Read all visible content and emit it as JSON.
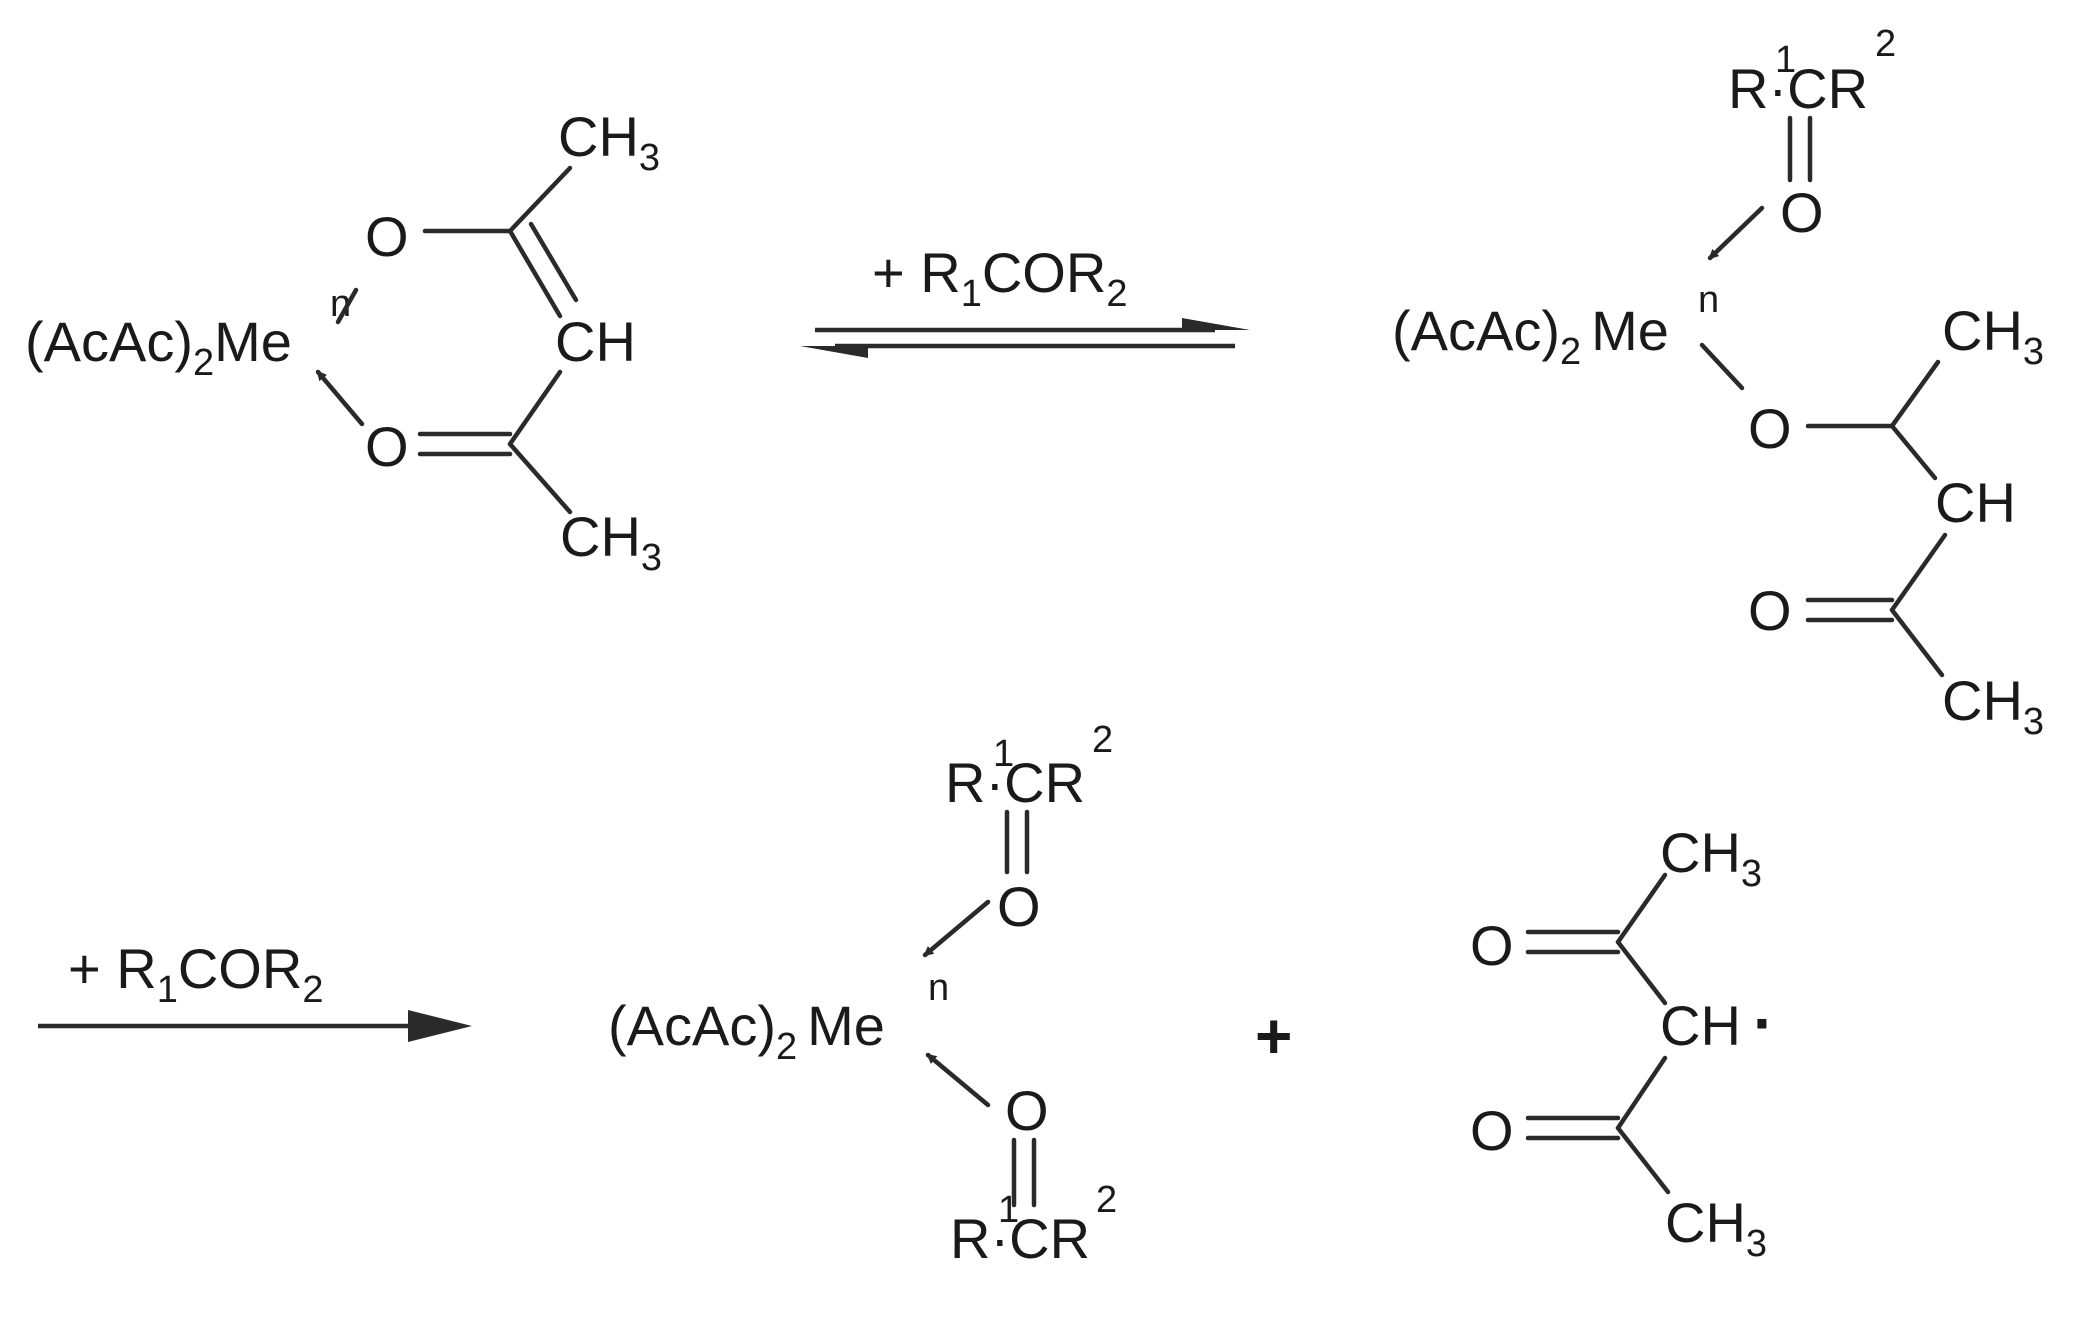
{
  "scheme": {
    "reactant": {
      "acac2": "(AcAc)",
      "sub2": "2",
      "me": "Me",
      "n": "n",
      "o_top": "O",
      "o_bottom": "O",
      "ch": "CH",
      "ch3": "CH",
      "ch3_sub": "3"
    },
    "reagent": {
      "plus": "+ ",
      "r": "R",
      "one": "1",
      "cor": "COR",
      "two": "2"
    },
    "intermediate": {
      "acac2": "(AcAc)",
      "sub2": "2",
      "me": "Me",
      "n": "n",
      "ketone_r": "R",
      "ketone_dot": "·",
      "ketone_c": "C",
      "ketone_rr": "R",
      "ketone_sup1": "1",
      "ketone_sup2": "2",
      "ketone_o": "O",
      "o_bridge": "O",
      "ch": "CH",
      "o_carbonyl": "O",
      "ch3": "CH",
      "ch3_sub": "3"
    },
    "product": {
      "acac2": "(AcAc)",
      "sub2": "2",
      "me": "Me",
      "n": "n",
      "ketone_r": "R",
      "ketone_dot": "·",
      "ketone_c": "C",
      "ketone_rr": "R",
      "ketone_sup1": "1",
      "ketone_sup2": "2",
      "ketone_o": "O",
      "plus": "+"
    },
    "radical": {
      "o": "O",
      "ch": "CH",
      "dot": "·",
      "ch3": "CH",
      "ch3_sub": "3"
    }
  }
}
